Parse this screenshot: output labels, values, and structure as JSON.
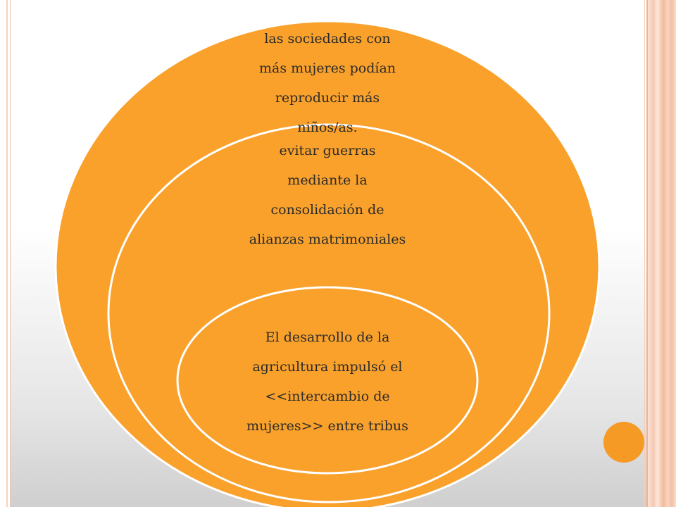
{
  "colors": {
    "fill": "#f9a12b",
    "stroke": "#ffffff",
    "accent_dot": "#f59a24"
  },
  "circles": {
    "outer": {
      "lines": [
        "las sociedades con",
        "más mujeres podían",
        "reproducir más",
        "niños/as."
      ]
    },
    "middle": {
      "lines": [
        "evitar guerras",
        "mediante la",
        "consolidación de",
        "alianzas matrimoniales"
      ]
    },
    "inner": {
      "lines": [
        "El desarrollo de la",
        "agricultura impulsó el",
        "<<intercambio de",
        "mujeres>> entre tribus"
      ]
    }
  }
}
